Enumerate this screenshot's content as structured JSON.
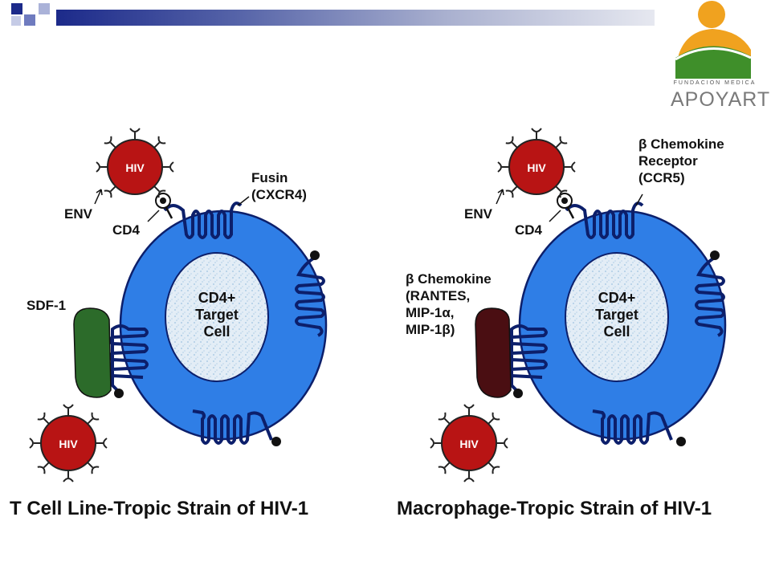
{
  "logo": {
    "small_text": "FUNDACION MEDICA",
    "big_text": "APOYARTE"
  },
  "left_panel": {
    "virus_top": "HIV",
    "virus_bottom": "HIV",
    "env": "ENV",
    "cd4": "CD4",
    "receptor_line1": "Fusin",
    "receptor_line2": "(CXCR4)",
    "ligand": "SDF-1",
    "cell_line1": "CD4+",
    "cell_line2": "Target",
    "cell_line3": "Cell",
    "caption": "T Cell Line-Tropic Strain of HIV-1"
  },
  "right_panel": {
    "virus_top": "HIV",
    "virus_bottom": "HIV",
    "env": "ENV",
    "cd4": "CD4",
    "receptor_line1": "β Chemokine",
    "receptor_line2": "Receptor",
    "receptor_line3": "(CCR5)",
    "ligand_line1": "β Chemokine",
    "ligand_line2": "(RANTES,",
    "ligand_line3": "MIP-1α,",
    "ligand_line4": "MIP-1β)",
    "cell_line1": "CD4+",
    "cell_line2": "Target",
    "cell_line3": "Cell",
    "caption": "Macrophage-Tropic Strain of HIV-1"
  },
  "colors": {
    "cell": "#2f7ee6",
    "nucleus": "#dfeaf4",
    "virus": "#b81414",
    "receptor": "#0c1f6b",
    "ligand_left": "#2c6b2a",
    "ligand_right": "#4a0e12"
  }
}
